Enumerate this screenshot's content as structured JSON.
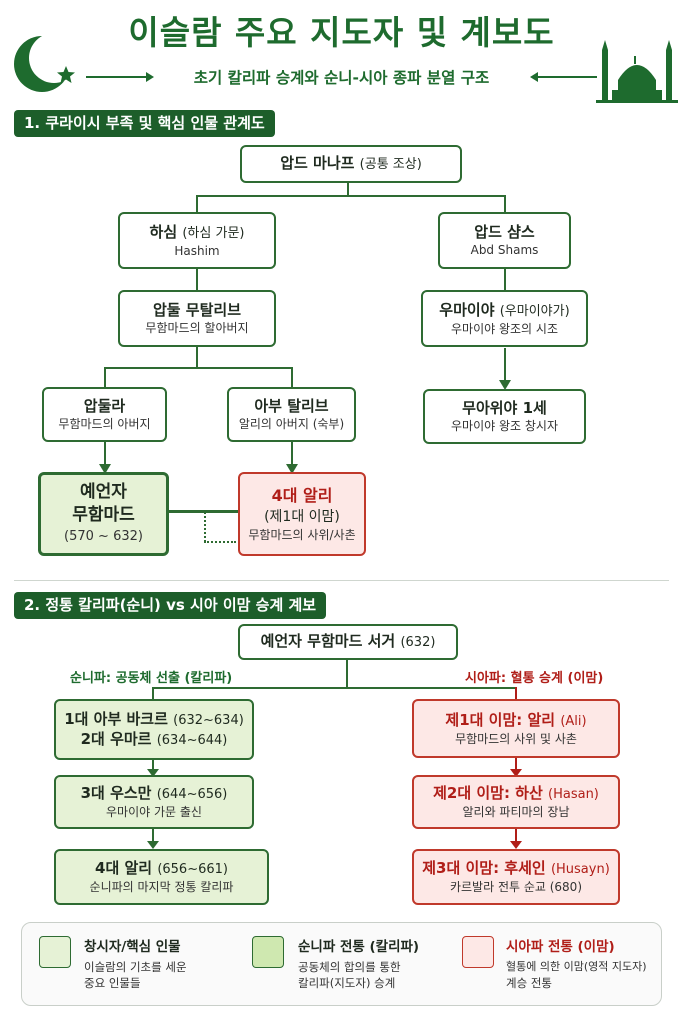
{
  "header": {
    "title": "이슬람 주요 지도자 및 계보도",
    "subtitle": "초기 칼리파 승계와 순니-시아 종파 분열 구조"
  },
  "section1": {
    "heading": "1. 쿠라이시 부족 및 핵심 인물 관계도",
    "abd_manaf": {
      "name": "압드 마나프",
      "paren": "(공통 조상)"
    },
    "hashim": {
      "name": "하심",
      "paren": "(하심 가문)",
      "sub": "Hashim"
    },
    "abd_shams": {
      "name": "압드 샴스",
      "sub": "Abd Shams"
    },
    "abd_muttalib": {
      "name": "압둘 무탈리브",
      "sub": "무함마드의 할아버지"
    },
    "umayya": {
      "name": "우마이야",
      "paren": "(우마이야가)",
      "sub": "우마이야 왕조의 시조"
    },
    "abdullah": {
      "name": "압둘라",
      "sub": "무함마드의 아버지"
    },
    "abu_talib": {
      "name": "아부 탈리브",
      "sub": "알리의 아버지 (숙부)"
    },
    "muawiya": {
      "name": "무아위야 1세",
      "sub": "우마이야 왕조 창시자"
    },
    "muhammad": {
      "line1": "예언자",
      "line2": "무함마드",
      "sub": "(570 ~ 632)"
    },
    "ali": {
      "line1": "4대 알리",
      "line2": "(제1대 이맘)",
      "sub": "무함마드의 사위/사촌"
    }
  },
  "section2": {
    "heading": "2. 정통 칼리파(순니) vs 시아 이맘 승계 계보",
    "root": {
      "name": "예언자 무함마드 서거",
      "paren": "(632)"
    },
    "sunni_label": "순니파: 공동체 선출 (칼리파)",
    "shia_label": "시아파: 혈통 승계 (이맘)",
    "sunni": [
      {
        "line1": "1대 아부 바크르",
        "paren1": "(632~634)",
        "line2": "2대 우마르",
        "paren2": "(634~644)"
      },
      {
        "name": "3대 우스만",
        "paren": "(644~656)",
        "sub": "우마이야 가문 출신"
      },
      {
        "name": "4대 알리",
        "paren": "(656~661)",
        "sub": "순니파의 마지막 정통 칼리파"
      }
    ],
    "shia": [
      {
        "name": "제1대 이맘: 알리",
        "paren": "(Ali)",
        "sub": "무함마드의 사위 및 사촌"
      },
      {
        "name": "제2대 이맘: 하산",
        "paren": "(Hasan)",
        "sub": "알리와 파티마의 장남"
      },
      {
        "name": "제3대 이맘: 후세인",
        "paren": "(Husayn)",
        "sub": "카르발라 전투 순교 (680)"
      }
    ]
  },
  "legend": [
    {
      "title": "창시자/핵심 인물",
      "desc1": "이슬람의 기초를 세운",
      "desc2": "중요 인물들",
      "color": "#e6f2d6",
      "border": "#2e6b32"
    },
    {
      "title": "순니파 전통 (칼리파)",
      "desc1": "공동체의 합의를 통한",
      "desc2": "칼리파(지도자) 승계",
      "color": "#cfe8b0",
      "border": "#2e6b32"
    },
    {
      "title": "시아파 전통 (이맘)",
      "desc1": "혈통에 의한 이맘(영적 지도자)",
      "desc2": "계승 전통",
      "color": "#fde8e6",
      "border": "#c0392b"
    }
  ],
  "colors": {
    "primary": "#1e6b2e",
    "shia": "#b01e18",
    "sunni_fill": "#e6f2d6",
    "shia_fill": "#fde8e6"
  }
}
